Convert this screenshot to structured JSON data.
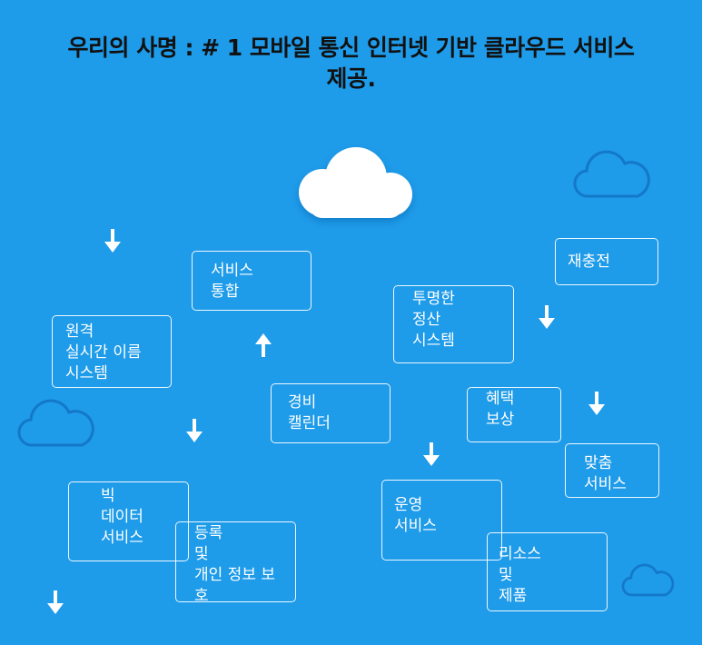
{
  "title": {
    "line1": "우리의 사명 : # 1 모바일 통신 인터넷 기반 클라우드 서비스",
    "line2": "제공."
  },
  "boxes": [
    {
      "key": "service-integration",
      "text": "서비스\n통합"
    },
    {
      "key": "remote-realtime-name",
      "text": "원격\n실시간 이름\n시스템"
    },
    {
      "key": "security-calendar",
      "text": "경비\n캘린더"
    },
    {
      "key": "big-data",
      "text": "빅\n데이터\n서비스"
    },
    {
      "key": "registration-privacy",
      "text": "등록\n및\n개인 정보 보\n호"
    },
    {
      "key": "recharge",
      "text": "재충전"
    },
    {
      "key": "transparent-billing",
      "text": "투명한\n정산\n시스템"
    },
    {
      "key": "benefit-reward",
      "text": "혜택\n보상"
    },
    {
      "key": "custom-service",
      "text": "맞춤\n서비스"
    },
    {
      "key": "operation-service",
      "text": "운영\n서비스"
    },
    {
      "key": "resources-products",
      "text": "리소스\n및\n제품"
    }
  ],
  "icons": {
    "main": "cloud-icon",
    "outline": "cloud-outline-icon",
    "arrow_up": "arrow-up-icon",
    "arrow_down": "arrow-down-icon"
  },
  "colors": {
    "background": "#1e9be9",
    "title": "#111111",
    "box_border": "#ffffff",
    "text": "#ffffff",
    "outline_cloud": "#1478c8"
  }
}
